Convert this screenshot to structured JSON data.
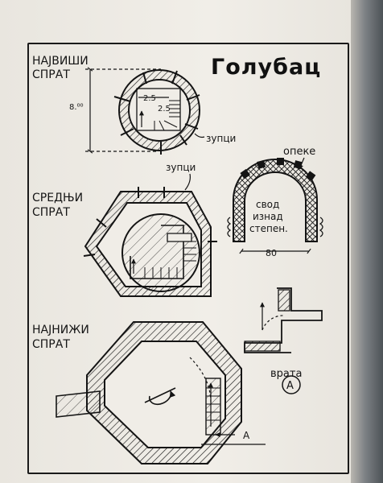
{
  "title": "Голубац",
  "top_floor": {
    "label_line1": "НАЈВИШИ",
    "label_line2": "СПРАТ",
    "height_dim": "8.⁰⁰",
    "inner_dim_a": "2.5",
    "inner_dim_b": "2.5",
    "battlements_note": "зупци"
  },
  "middle_floor": {
    "label_line1": "СРЕДЊИ",
    "label_line2": "СПРАТ",
    "battlements_note": "зупци"
  },
  "vault_detail": {
    "bricks_note": "опеке",
    "line1": "свод",
    "line2": "изнад",
    "line3": "степен.",
    "span_dim": "80"
  },
  "bottom_floor": {
    "label_line1": "НАЈНИЖИ",
    "label_line2": "СПРАТ",
    "section_marker": "А"
  },
  "door_detail": {
    "caption": "врата",
    "marker": "А"
  }
}
